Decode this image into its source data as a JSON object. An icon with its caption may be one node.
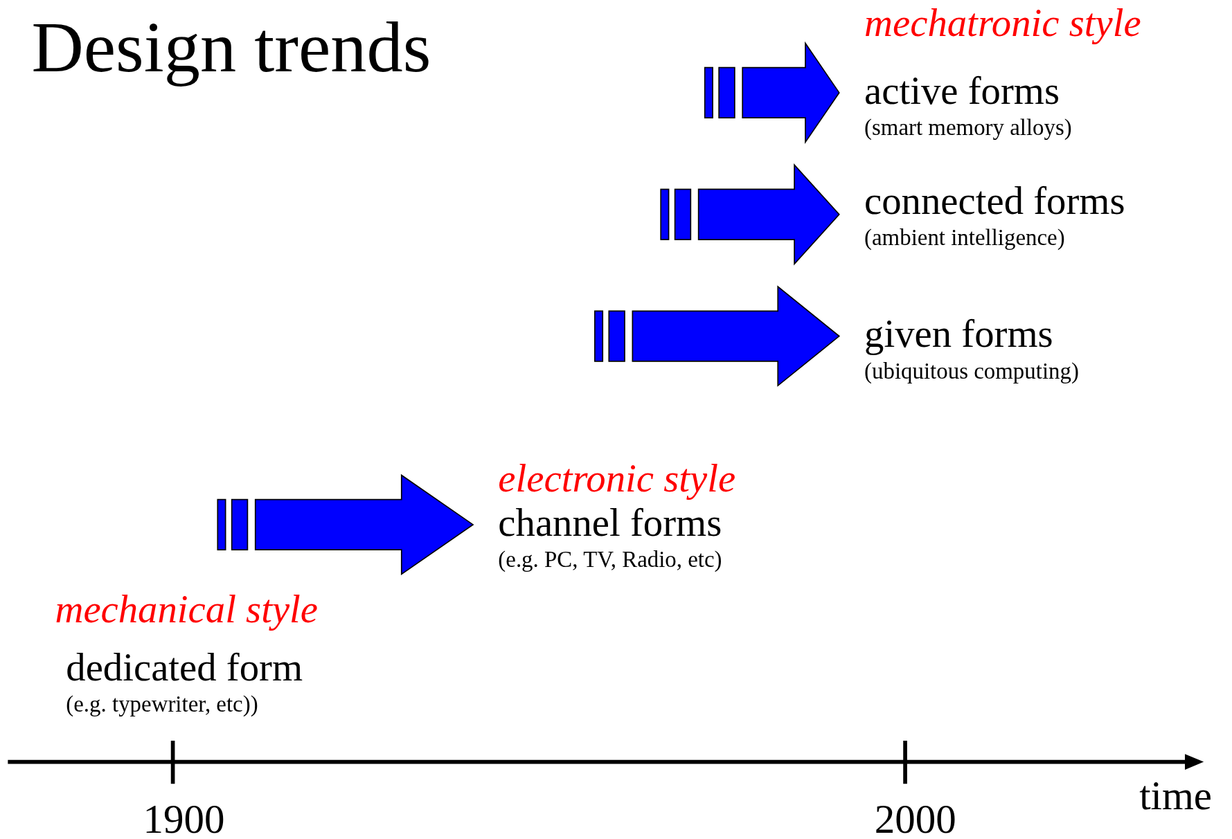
{
  "diagram": {
    "title": "Design trends",
    "nodes": [
      {
        "text": [
          "active forms",
          "(smart memory alloys)"
        ]
      },
      {
        "text": [
          "connected forms",
          "(ambient intelligence)"
        ]
      },
      {
        "text": [
          "given forms",
          "(ubiquitous computing)"
        ]
      },
      {
        "text": [
          "channel forms",
          "(e.g. PC, TV, Radio, etc)"
        ]
      },
      {
        "text": [
          "dedicated form",
          "(e.g. typewriter, etc))"
        ]
      }
    ],
    "edges": [
      {
        "from": null,
        "to": 0,
        "arrow": "to"
      },
      {
        "from": null,
        "to": 1,
        "arrow": "to"
      },
      {
        "from": null,
        "to": 2,
        "arrow": "to"
      },
      {
        "from": null,
        "to": 3,
        "arrow": "to"
      }
    ],
    "labels": [
      "mechatronic style",
      "electronic style",
      "mechanical style",
      "1900",
      "2000",
      "time"
    ]
  }
}
